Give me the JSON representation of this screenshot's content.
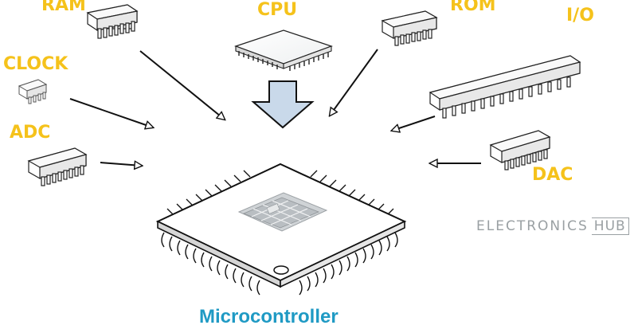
{
  "diagram": {
    "components": [
      {
        "id": "ram",
        "label": "RAM"
      },
      {
        "id": "cpu",
        "label": "CPU"
      },
      {
        "id": "rom",
        "label": "ROM"
      },
      {
        "id": "io",
        "label": "I/O"
      },
      {
        "id": "clock",
        "label": "CLOCK"
      },
      {
        "id": "adc",
        "label": "ADC"
      },
      {
        "id": "dac",
        "label": "DAC"
      }
    ],
    "center": {
      "label": "Microcontroller"
    },
    "watermark": {
      "text": "ELECTRONICS",
      "badge": "HUB"
    },
    "colors": {
      "label": "#f5c21b",
      "title": "#1f9ac4",
      "cpu_arrow": "#c9d9ea",
      "watermark": "#9aa0a3"
    }
  }
}
